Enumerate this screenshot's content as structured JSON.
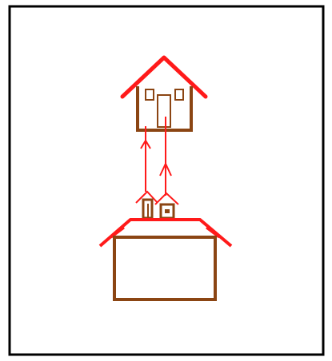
{
  "colors": {
    "frame": "#000000",
    "background": "#ffffff",
    "roof": "#ff1a1a",
    "wall": "#8b4513",
    "arrow": "#ff1a1a"
  },
  "elements": {
    "upper_house": "house",
    "lower_house": "house",
    "small_huts": [
      "hut",
      "hut"
    ],
    "arrows": [
      "up-arrow",
      "up-arrow"
    ]
  }
}
